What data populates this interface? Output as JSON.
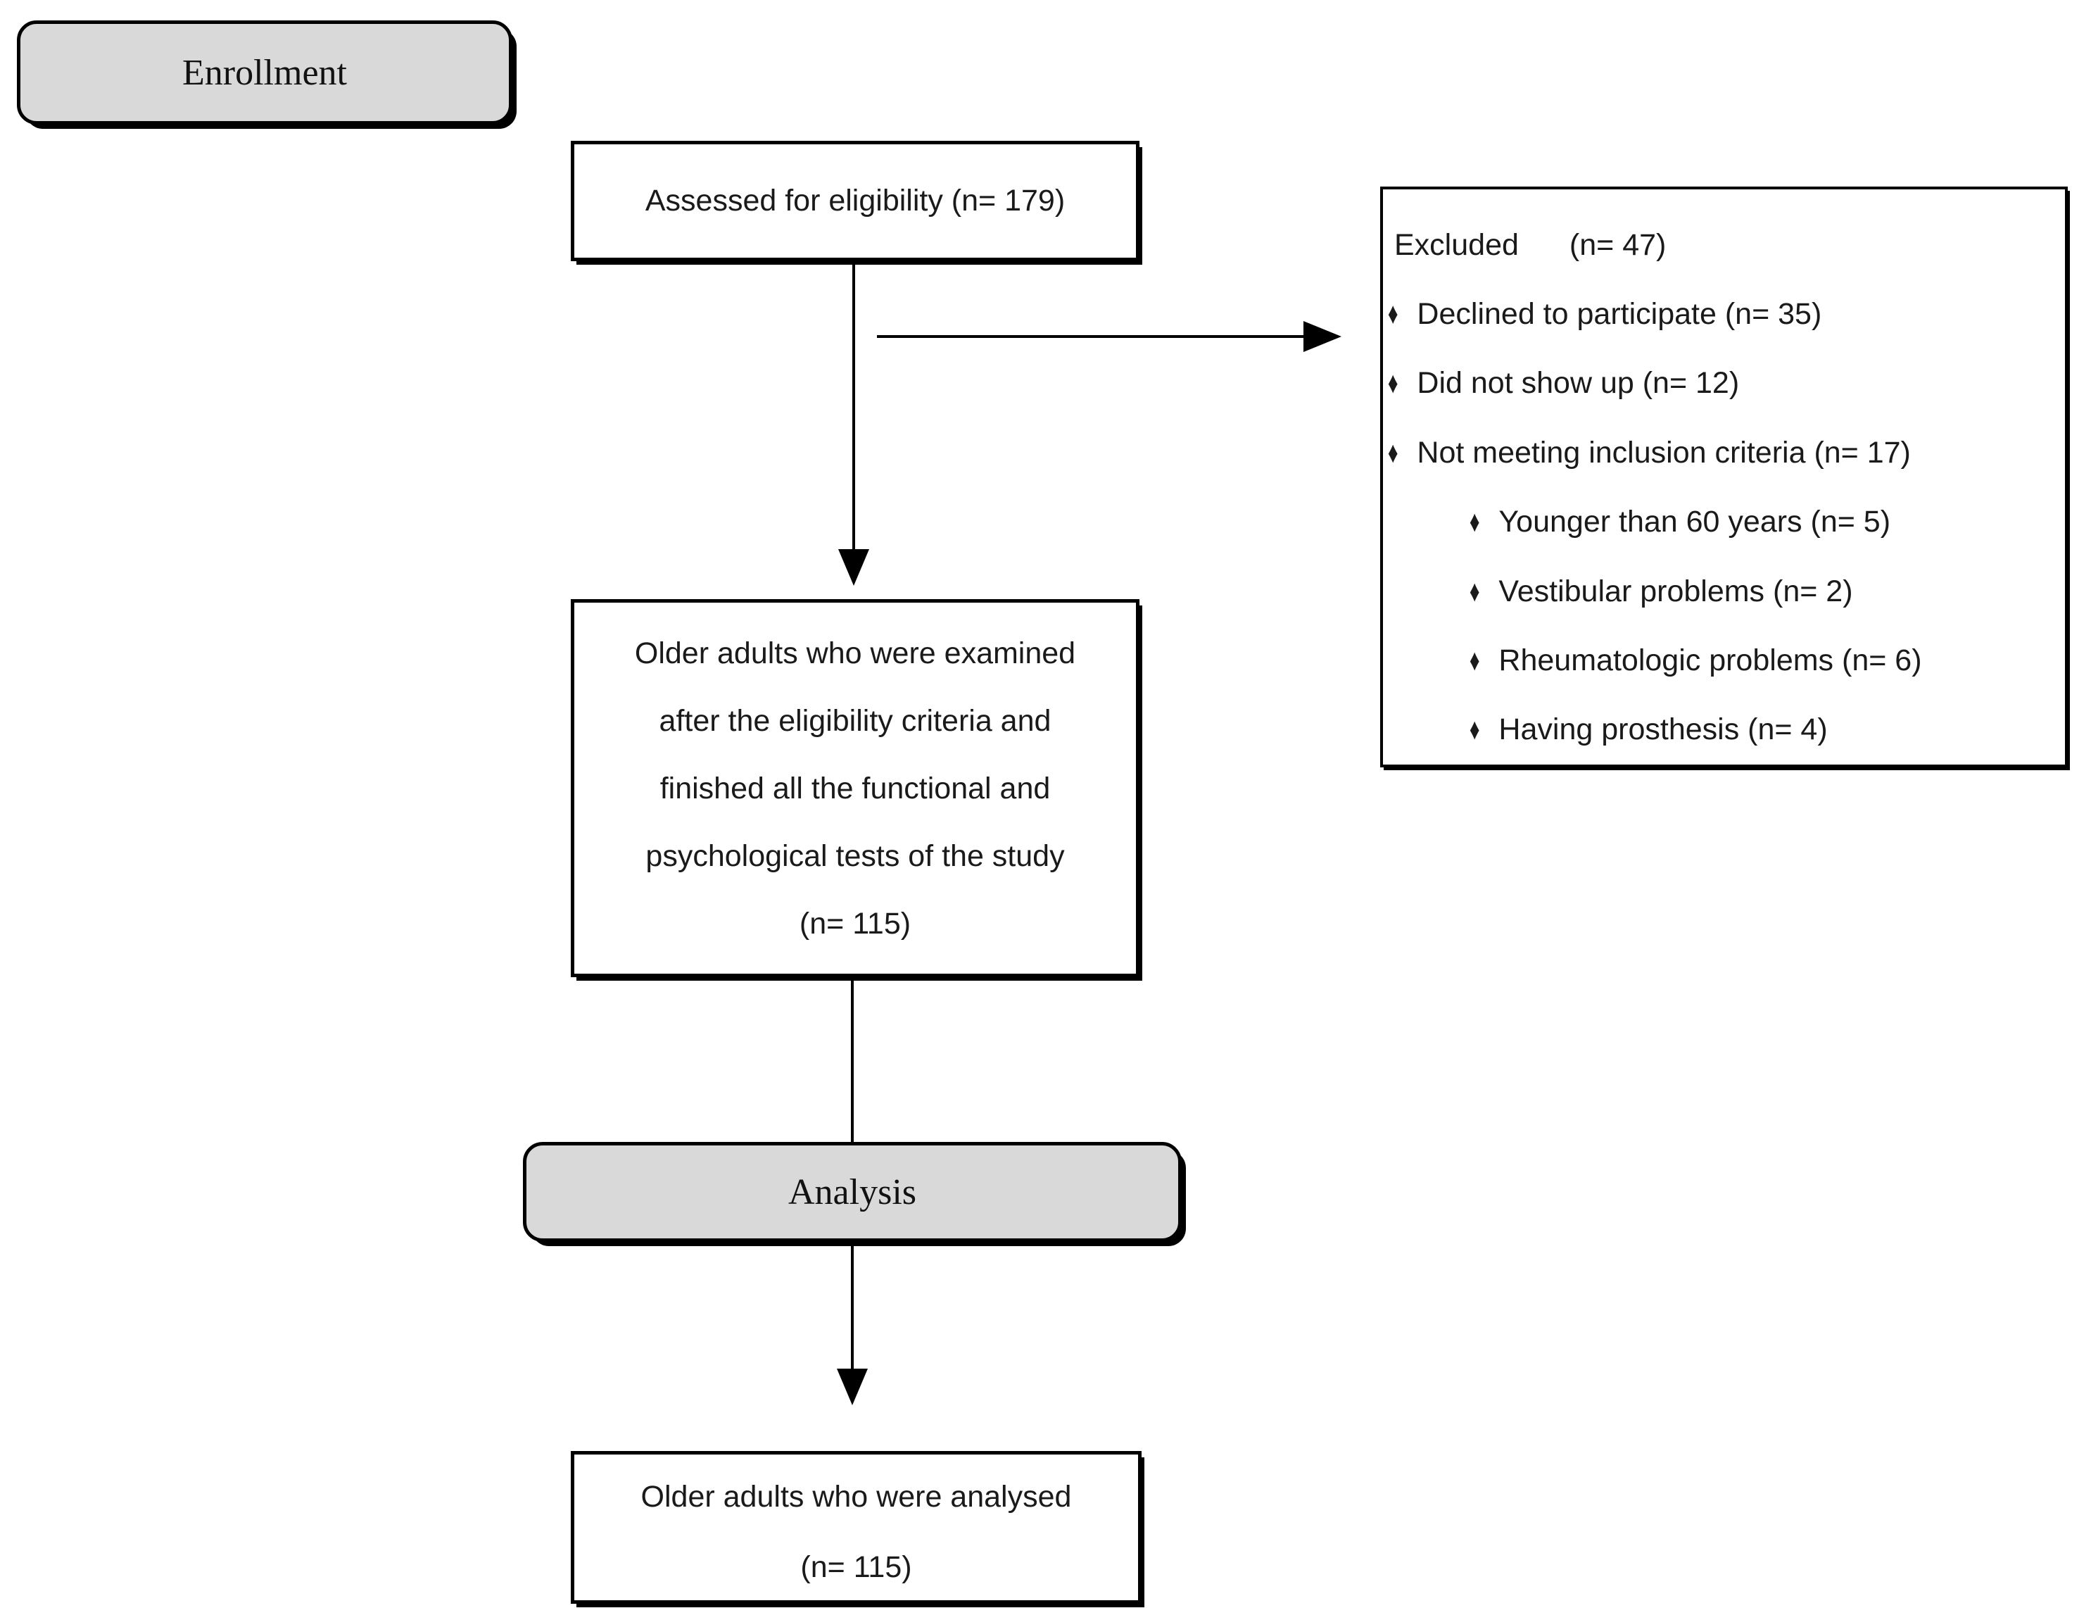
{
  "flow": {
    "stages": {
      "enrollment_label": "Enrollment",
      "analysis_label": "Analysis"
    },
    "assessed": {
      "text": "Assessed for eligibility (n= 179)"
    },
    "examined": {
      "lines": [
        "Older adults who were examined",
        "after the eligibility criteria and",
        "finished all the functional and",
        "psychological tests of the study",
        "(n= 115)"
      ]
    },
    "excluded": {
      "title_label": "Excluded",
      "title_count": "(n= 47)",
      "bullet_glyph": "♦",
      "items": [
        {
          "text": "Declined to participate (n= 35)"
        },
        {
          "text": "Did not show up (n= 12)"
        },
        {
          "text": "Not meeting inclusion criteria (n= 17)"
        },
        {
          "text": "Younger than 60 years (n= 5)"
        },
        {
          "text": "Vestibular problems (n= 2)"
        },
        {
          "text": "Rheumatologic problems (n= 6)"
        },
        {
          "text": "Having prosthesis (n= 4)"
        }
      ]
    },
    "analysed": {
      "lines": [
        "Older adults who were analysed",
        "(n= 115)"
      ]
    },
    "colors": {
      "background": "#ffffff",
      "box_fill": "#ffffff",
      "stage_fill": "#d9d9d9",
      "line": "#000000",
      "text": "#1a1a1a"
    }
  }
}
